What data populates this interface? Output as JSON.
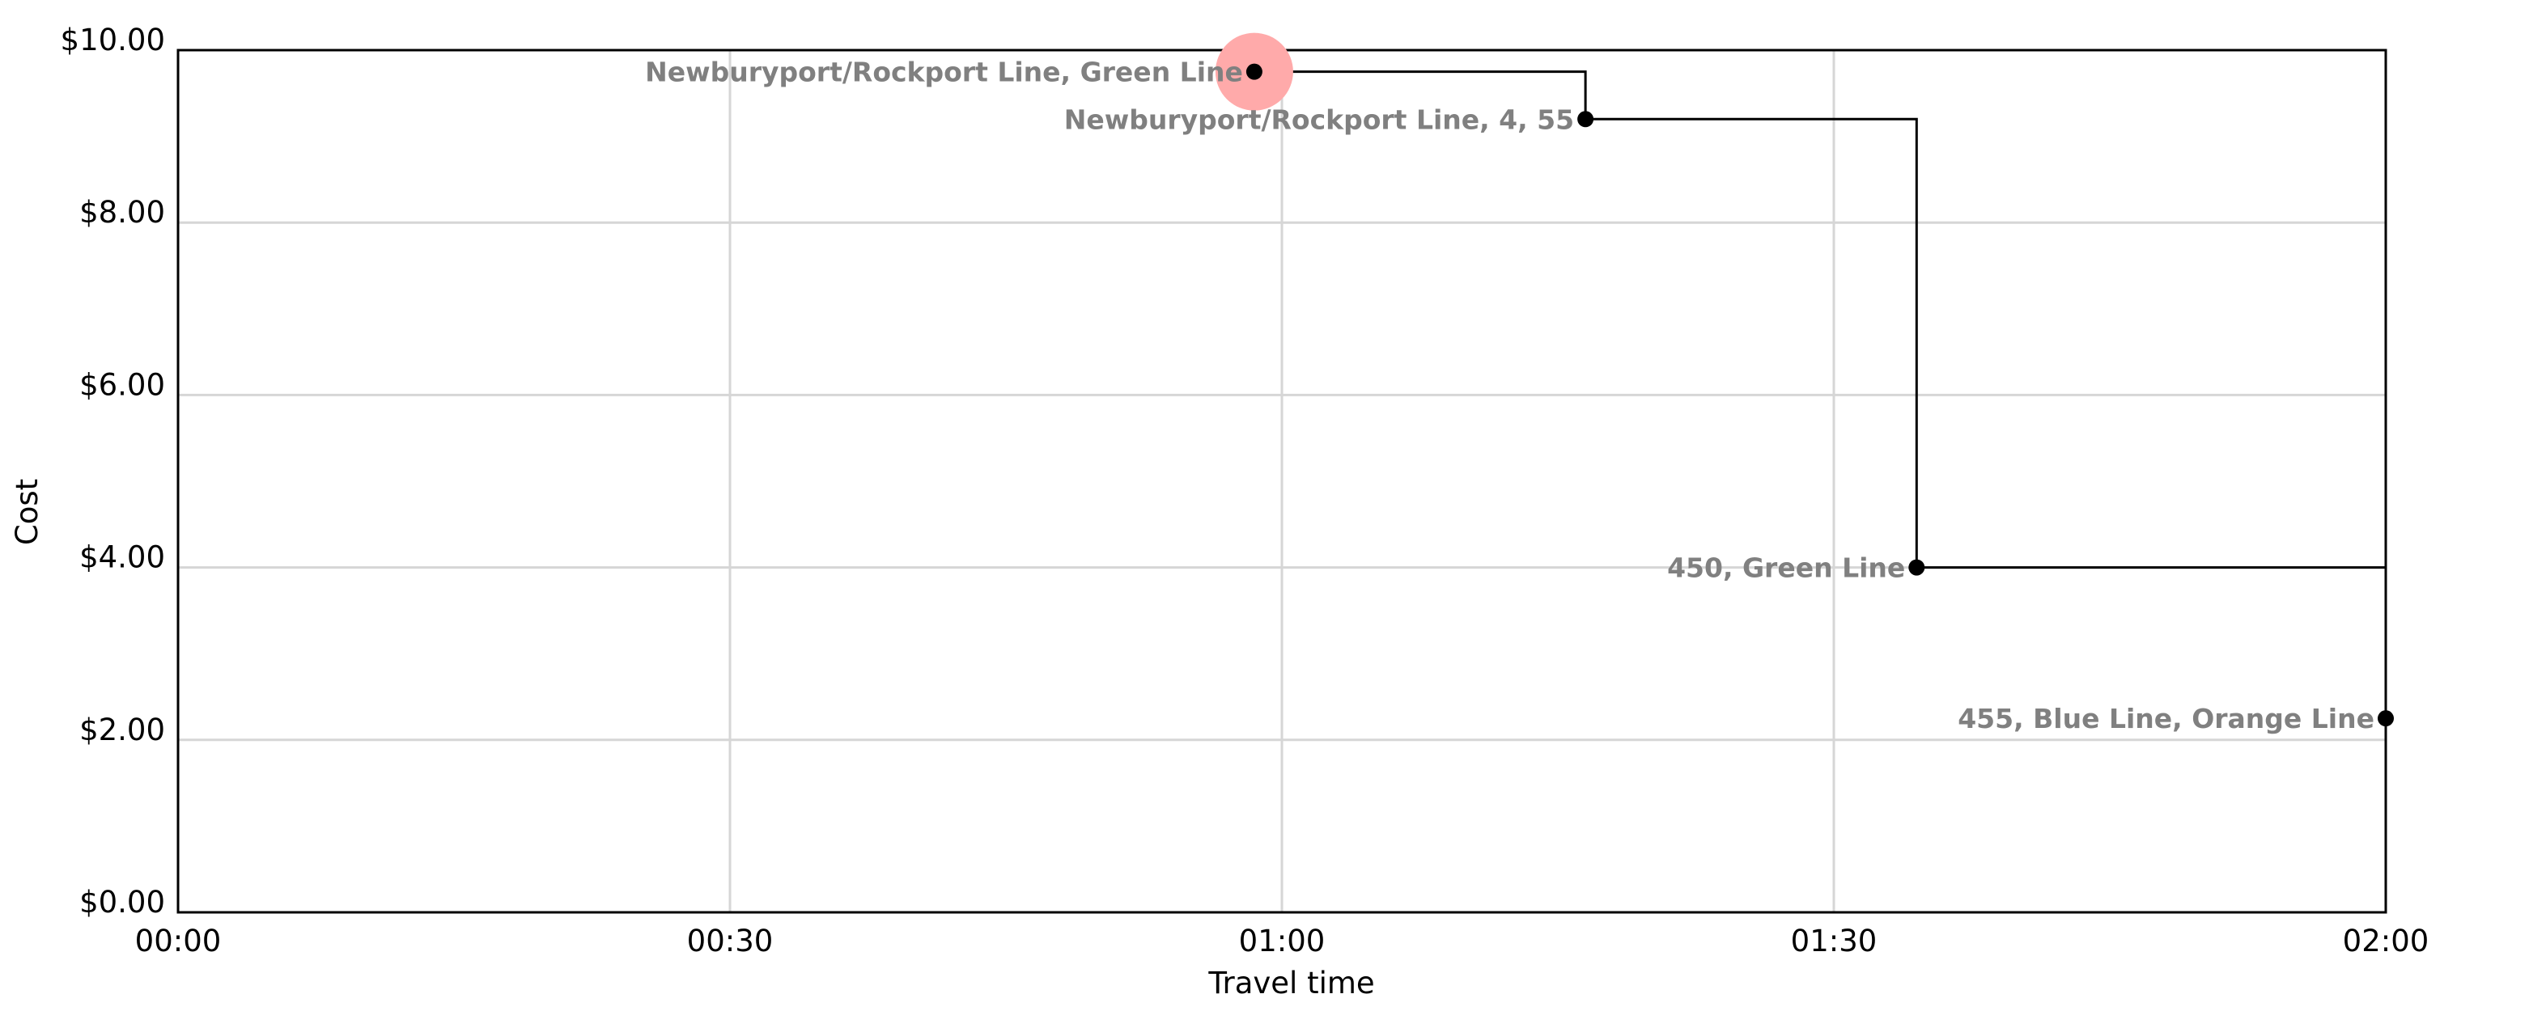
{
  "chart_data": {
    "type": "line",
    "line_style": "step",
    "title": "",
    "xlabel": "Travel time",
    "ylabel": "Cost",
    "x_unit": "minutes",
    "xlim": [
      0,
      120
    ],
    "ylim": [
      0,
      10
    ],
    "x_ticks": [
      {
        "value": 0,
        "label": "00:00"
      },
      {
        "value": 30,
        "label": "00:30"
      },
      {
        "value": 60,
        "label": "01:00"
      },
      {
        "value": 90,
        "label": "01:30"
      },
      {
        "value": 120,
        "label": "02:00"
      }
    ],
    "y_ticks": [
      {
        "value": 0,
        "label": "$0.00"
      },
      {
        "value": 2,
        "label": "$2.00"
      },
      {
        "value": 4,
        "label": "$4.00"
      },
      {
        "value": 6,
        "label": "$6.00"
      },
      {
        "value": 8,
        "label": "$8.00"
      },
      {
        "value": 10,
        "label": "$10.00"
      }
    ],
    "grid": true,
    "legend": "none",
    "points": [
      {
        "x": 58.5,
        "y": 9.75,
        "label": "Newburyport/Rockport Line, Green Line",
        "highlighted": true
      },
      {
        "x": 76.5,
        "y": 9.2,
        "label": "Newburyport/Rockport Line, 4, 55",
        "highlighted": false
      },
      {
        "x": 94.5,
        "y": 4.0,
        "label": "450, Green Line",
        "highlighted": false
      },
      {
        "x": 120,
        "y": 2.25,
        "label": "455, Blue Line, Orange Line",
        "highlighted": false
      }
    ],
    "colors": {
      "line": "#000000",
      "point": "#000000",
      "label": "#808080",
      "highlight": "#ffaaaa",
      "grid": "#d6d6d6"
    }
  }
}
